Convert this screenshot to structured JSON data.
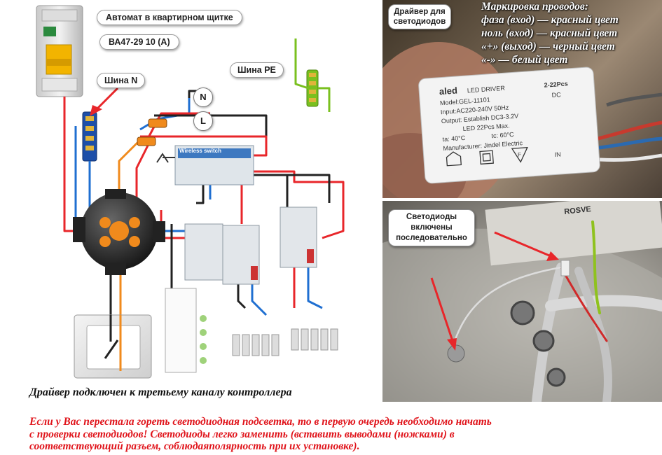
{
  "diagram": {
    "breaker_label": "Автомат в квартирном щитке",
    "breaker_model": "ВА47-29 10 (А)",
    "bus_n_label": "Шина N",
    "bus_pe_label": "Шина PE",
    "line_n": "N",
    "line_l": "L",
    "wireless_switch_label": "Wireless switch",
    "caption": "Драйвер подключен к третьему каналу контроллера"
  },
  "driver_photo": {
    "label_line1": "Драйвер для",
    "label_line2": "светодиодов",
    "marking_title": "Маркировка проводов:",
    "marking_lines": [
      "фаза (вход) — красный цвет",
      "ноль (вход) — красный цвет",
      "«+» (выход) — черный цвет",
      "«-» — белый цвет"
    ],
    "device": {
      "brand": "aled",
      "product": "LED DRIVER",
      "pcs": "2-22Pcs",
      "model": "Model:GEL-11101",
      "dc": "DC",
      "input": "Input:AC220-240V 50Hz",
      "output": "Output: Establish DC3-3.2V",
      "led": "LED 22Pcs Max.",
      "ta": "ta: 40°C",
      "tc": "tc: 60°C",
      "manufacturer": "Manufacturer: Jindel Electric",
      "in": "IN"
    }
  },
  "led_photo": {
    "label_line1": "Светодиоды",
    "label_line2": "включены",
    "label_line3": "последовательно",
    "sticker_text": "ROSVE"
  },
  "note_lines": [
    "Если у Вас перестала гореть светодиодная подсветка, то в первую очередь необходимо начать",
    "с проверки светодиодов! Светодиоды легко заменить (вставить выводами (ножками) в",
    "соответствующий разъем, соблюдаяполярность при их установке)."
  ],
  "colors": {
    "phase_wire": "#e8262a",
    "neutral_wire": "#1f6fd1",
    "earth_wire": "#7ac01f",
    "control_wire": "#222222",
    "orange_wire": "#f08a1c",
    "note_red": "#e0141b"
  }
}
